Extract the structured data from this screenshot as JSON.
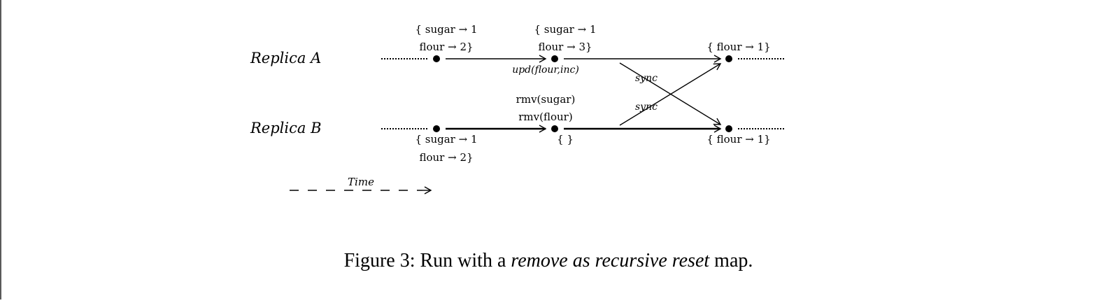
{
  "replicas": {
    "a_label": "Replica A",
    "b_label": "Replica B"
  },
  "states": {
    "a1_line1": "{ sugar → 1",
    "a1_line2": "flour → 2}",
    "a2_line1": "{ sugar → 1",
    "a2_line2": "flour → 3}",
    "a3": "{ flour → 1}",
    "b1_line1": "{ sugar → 1",
    "b1_line2": "flour → 2}",
    "b2": "{ }",
    "b3": "{ flour → 1}"
  },
  "operations": {
    "a_update": "upd(flour,inc)",
    "b_remove_1": "rmv(sugar)",
    "b_remove_2": "rmv(flour)",
    "sync_top": "sync",
    "sync_bottom": "sync"
  },
  "time_label": "Time",
  "caption": {
    "prefix": "Figure 3: Run with a ",
    "emphasis": "remove as recursive reset",
    "suffix": " map."
  }
}
